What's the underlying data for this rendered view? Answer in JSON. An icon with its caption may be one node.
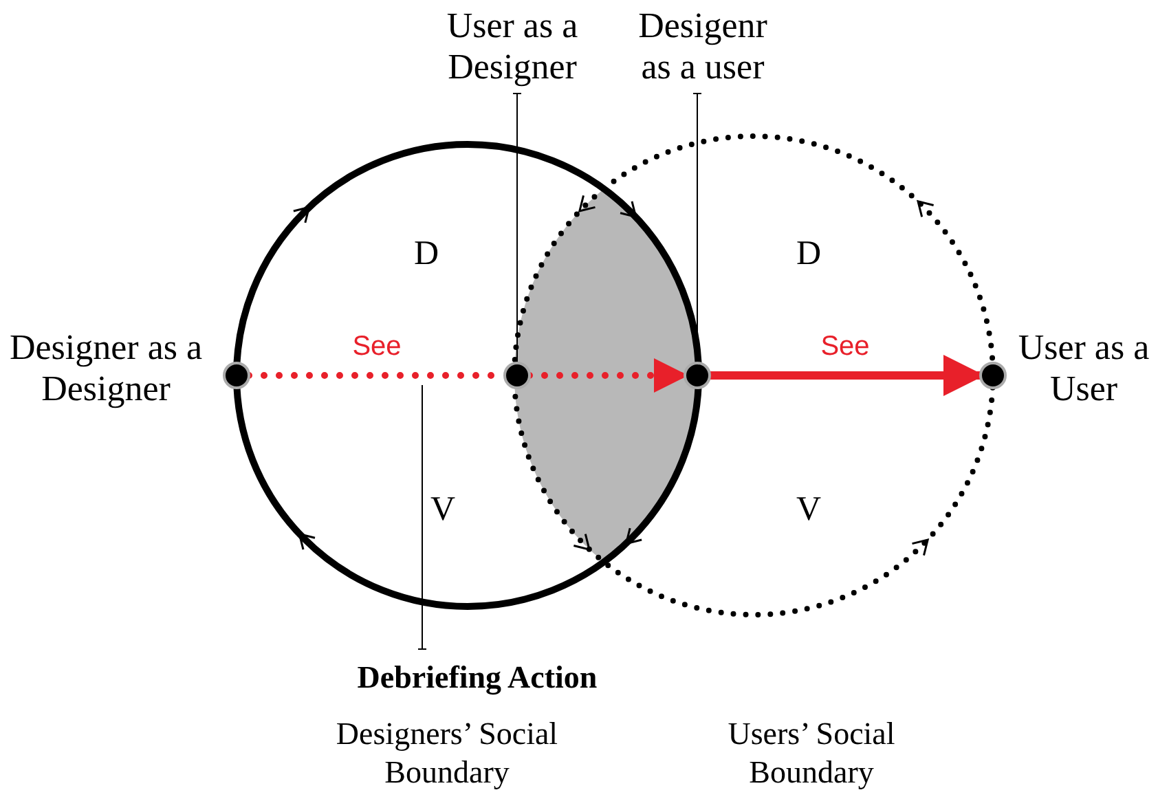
{
  "diagram": {
    "nodes": [
      {
        "text": [
          "D",
          "V"
        ]
      },
      {
        "text": [
          "D",
          "V"
        ]
      },
      {
        "text": [],
        "shape": "circle",
        "beside": [
          "Designer as a Designer"
        ],
        "in": 0
      },
      {
        "text": [],
        "shape": "circle",
        "in": 0
      },
      {
        "text": [],
        "shape": "circle",
        "in": 1
      },
      {
        "text": [],
        "shape": "circle",
        "beside": [
          "User as a User"
        ],
        "in": 1
      },
      {
        "text": [
          "User as a Designer"
        ]
      },
      {
        "text": [
          "Desigenr as a user"
        ]
      },
      {
        "text": [
          "Debriefing Action"
        ]
      }
    ],
    "edges": [
      {
        "from": 2,
        "to": 3,
        "arrow": "none",
        "label": "See",
        "style": "dashed",
        "color": "#e8202a"
      },
      {
        "from": 3,
        "to": 4,
        "arrow": "to",
        "style": "dashed",
        "color": "#e8202a"
      },
      {
        "from": 4,
        "to": 5,
        "arrow": "to",
        "label": "See",
        "style": "thick",
        "color": "#e8202a"
      },
      {
        "from": 6,
        "to": 3,
        "arrow": "none",
        "color": "#000000"
      },
      {
        "from": 7,
        "to": 4,
        "arrow": "none",
        "color": "#000000"
      },
      {
        "from": 8,
        "to": null,
        "arrow": "none",
        "color": "#000000"
      }
    ],
    "labels": [
      "Designers’ Social Boundary",
      "Users’ Social Boundary"
    ]
  }
}
